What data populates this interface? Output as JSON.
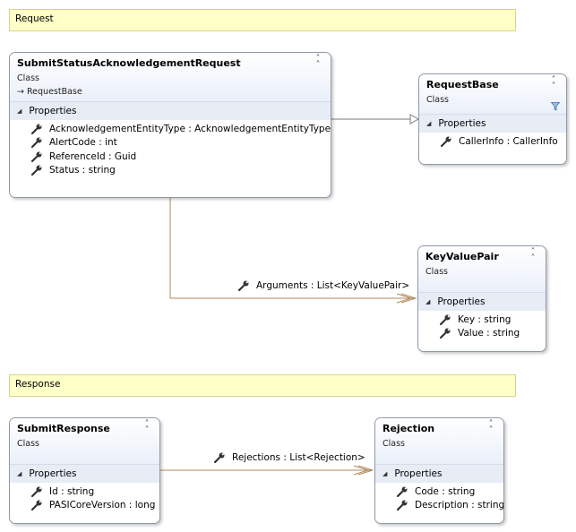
{
  "notes": {
    "request": "Request",
    "response": "Response"
  },
  "classes": {
    "submit_status": {
      "name": "SubmitStatusAcknowledgementRequest",
      "stereotype": "Class",
      "base": "RequestBase",
      "section": "Properties",
      "members": [
        "AcknowledgementEntityType : AcknowledgementEntityType",
        "AlertCode : int",
        "ReferenceId : Guid",
        "Status : string"
      ]
    },
    "request_base": {
      "name": "RequestBase",
      "stereotype": "Class",
      "section": "Properties",
      "members": [
        "CallerInfo : CallerInfo"
      ]
    },
    "key_value_pair": {
      "name": "KeyValuePair",
      "stereotype": "Class",
      "section": "Properties",
      "members": [
        "Key : string",
        "Value : string"
      ]
    },
    "submit_response": {
      "name": "SubmitResponse",
      "stereotype": "Class",
      "section": "Properties",
      "members": [
        "Id : string",
        "PASICoreVersion : long"
      ]
    },
    "rejection": {
      "name": "Rejection",
      "stereotype": "Class",
      "section": "Properties",
      "members": [
        "Code : string",
        "Description : string"
      ]
    }
  },
  "associations": {
    "arguments": "Arguments : List<KeyValuePair>",
    "rejections": "Rejections : List<Rejection>"
  },
  "icons": {
    "collapse": "double-chevron-up-icon",
    "expand_section": "triangle-down-icon",
    "property": "wrench-icon",
    "inheritance": "inheritance-arrow-icon",
    "filter": "filter-icon"
  },
  "colors": {
    "note_fill": "#ffffc8",
    "association_line": "#b08a5e",
    "inheritance_line": "#7a7a7a",
    "section_header": "#e7ecf5"
  }
}
